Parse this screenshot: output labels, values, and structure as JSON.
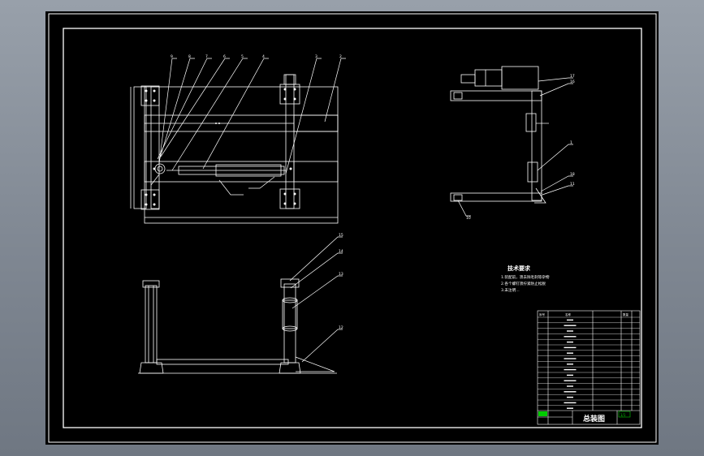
{
  "tech_requirements": {
    "title": "技术要求",
    "lines": [
      "1.装配前，须去除毛刺等杂物",
      "2.各个螺钉须拧紧防止松脱",
      "3.未注明…"
    ]
  },
  "title_block": {
    "drawing_name": "总装图",
    "sheet": "1/1"
  },
  "bom_header": {
    "no": "序号",
    "name": "名称",
    "qty": "数量"
  },
  "colors": {
    "paper": "#000000",
    "frame": "#ffffff",
    "linework": "#ffffff",
    "highlight": "#00cc00",
    "desktop": "#808892"
  }
}
